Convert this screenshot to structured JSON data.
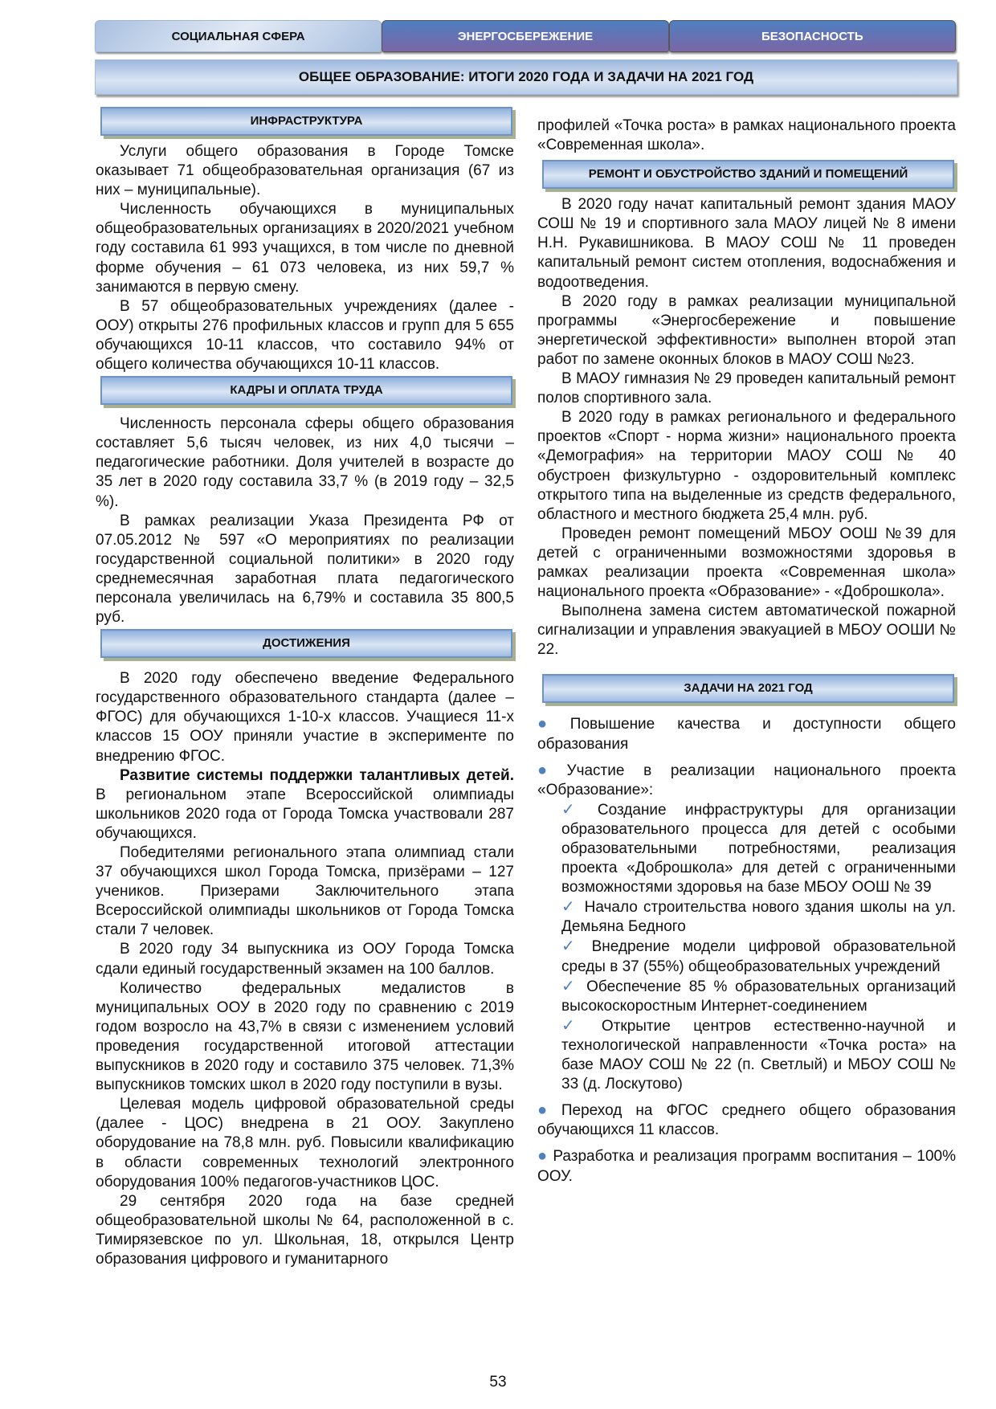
{
  "tabs": [
    "СОЦИАЛЬНАЯ СФЕРА",
    "ЭНЕРГОСБЕРЕЖЕНИЕ",
    "БЕЗОПАСНОСТЬ"
  ],
  "title": "ОБЩЕЕ ОБРАЗОВАНИЕ: ИТОГИ 2020 ГОДА И ЗАДАЧИ НА 2021 ГОД",
  "left": {
    "h1": "ИНФРАСТРУКТУРА",
    "infra": [
      "Услуги общего образования в Городе Томске оказывает 71 общеобразовательная организация (67 из них – муниципальные).",
      "Численность обучающихся в муниципальных общеобразовательных организациях в 2020/2021 учебном году составила 61 993 учащихся, в том числе по дневной форме обучения – 61 073 человека, из них 59,7 % занимаются в первую смену.",
      "В 57 общеобразовательных учреждениях (далее - ООУ) открыты 276 профильных классов и групп для 5 655 обучающихся 10-11 классов, что составило 94% от общего количества обучающихся 10-11 классов."
    ],
    "h2": "КАДРЫ И ОПЛАТА ТРУДА",
    "kadry": [
      "Численность персонала сферы общего образования составляет 5,6 тысяч человек, из них 4,0 тысячи – педагогические работники. Доля учителей в возрасте до 35 лет в 2020 году составила 33,7 % (в 2019 году – 32,5 %).",
      "В рамках реализации Указа Президента РФ от 07.05.2012 № 597 «О мероприятиях по реализации государственной социальной политики» в 2020 году среднемесячная заработная плата педагогического персонала увеличилась на 6,79% и составила 35 800,5 руб."
    ],
    "h3": "ДОСТИЖЕНИЯ",
    "ach1": "В 2020 году обеспечено введение Федерального государственного образовательного стандарта (далее – ФГОС) для обучающихся 1-10-х классов. Учащиеся 11-х классов 15 ООУ приняли участие в эксперименте по внедрению ФГОС.",
    "ach2_bold": "Развитие системы поддержки талантливых детей.",
    "ach2": " В региональном этапе Всероссийской олимпиады школьников 2020 года от Города Томска участвовали 287 обучающихся.",
    "ach_rest": [
      "Победителями регионального этапа олимпиад стали 37 обучающихся школ Города Томска, призёрами – 127 учеников. Призерами Заключительного этапа Всероссийской олимпиады школьников от Города Томска стали 7 человек.",
      "В 2020 году 34 выпускника из ООУ Города Томска сдали единый государственный экзамен на 100 баллов.",
      "Количество федеральных медалистов в муниципальных ООУ в 2020 году по сравнению с 2019 годом возросло на 43,7% в связи с изменением условий проведения государственной итоговой аттестации выпускников в 2020 году и составило 375 человек. 71,3% выпускников томских школ в 2020 году поступили в вузы.",
      "Целевая модель цифровой образовательной среды (далее - ЦОС) внедрена в 21 ООУ. Закуплено оборудование на 78,8 млн. руб. Повысили квалификацию в области современных технологий электронного оборудования 100% педагогов-участников ЦОС.",
      "29 сентября 2020 года на базе средней общеобразовательной школы № 64, расположенной в с. Тимирязевское по ул. Школьная, 18, открылся Центр образования цифрового и гуманитарного"
    ]
  },
  "right": {
    "cont": "профилей «Точка роста» в рамках национального проекта «Современная школа».",
    "h1": "РЕМОНТ И ОБУСТРОЙСТВО ЗДАНИЙ И ПОМЕЩЕНИЙ",
    "repair": [
      "В 2020 году начат капитальный ремонт здания МАОУ СОШ № 19 и спортивного зала МАОУ лицей № 8 имени Н.Н. Рукавишникова. В МАОУ СОШ № 11 проведен капитальный ремонт систем отопления, водоснабжения и водоотведения.",
      "В 2020 году в рамках реализации муниципальной программы «Энергосбережение и повышение энергетической эффективности» выполнен второй этап работ по замене оконных блоков в МАОУ СОШ №23.",
      "В МАОУ гимназия № 29 проведен капитальный ремонт полов спортивного зала.",
      "В 2020 году в рамках регионального и федерального проектов «Спорт - норма жизни» национального проекта «Демография» на территории МАОУ СОШ № 40 обустроен физкультурно - оздоровительный комплекс открытого типа на выделенные из средств федерального, областного и местного бюджета 25,4 млн. руб.",
      "Проведен ремонт помещений МБОУ ООШ №39 для детей с ограниченными возможностями здоровья в рамках реализации проекта «Современная школа» национального проекта «Образование» - «Доброшкола».",
      "Выполнена замена систем автоматической пожарной сигнализации и управления эвакуацией в МБОУ ООШИ № 22."
    ],
    "h2": "ЗАДАЧИ НА 2021 ГОД",
    "b1": "Повышение качества и доступности общего образования",
    "b2": "Участие в реализации национального проекта «Образование»:",
    "checks": [
      "Создание инфраструктуры для организации образовательного процесса для детей с особыми образовательными потребностями, реализация проекта «Доброшкола» для детей с ограниченными возможностями здоровья на базе МБОУ ООШ № 39",
      "Начало строительства нового здания школы на ул. Демьяна Бедного",
      "Внедрение модели цифровой образовательной среды в 37 (55%) общеобразовательных учреждений",
      "Обеспечение 85 % образовательных организаций высокоскоростным Интернет-соединением",
      "Открытие центров естественно-научной и технологической направленности «Точка роста» на базе МАОУ СОШ № 22 (п. Светлый) и МБОУ СОШ № 33 (д. Лоскутово)"
    ],
    "b3": "Переход на ФГОС среднего общего образования обучающихся 11 классов.",
    "b4": "Разработка и реализация программ воспитания – 100% ООУ."
  },
  "page_number": "53"
}
